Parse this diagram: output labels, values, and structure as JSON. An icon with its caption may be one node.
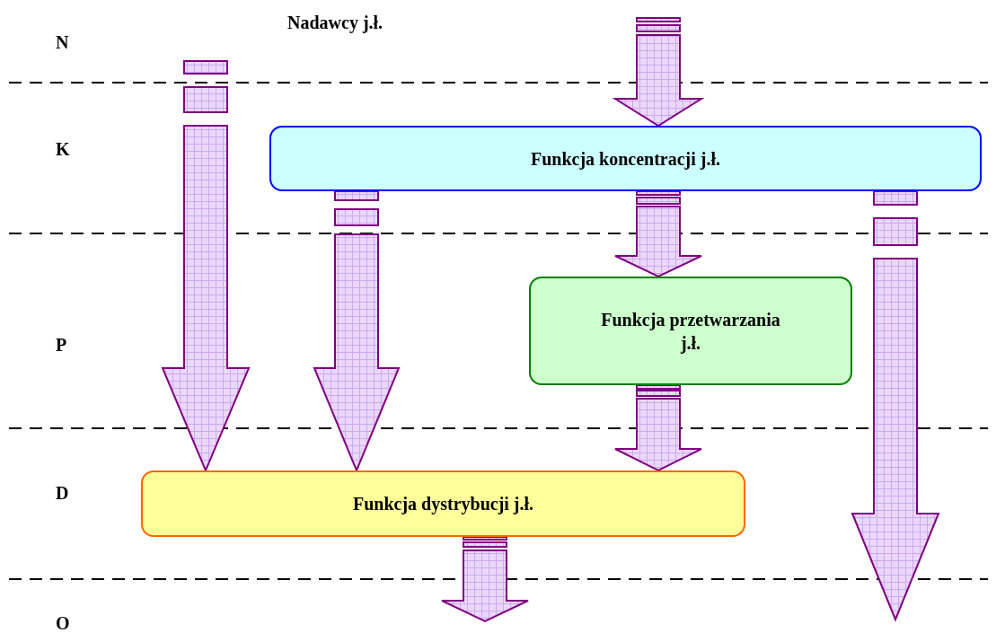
{
  "diagram": {
    "nodes": [
      {
        "text": [
          "Funkcja koncentracji j.ł."
        ]
      },
      {
        "text": [
          "Funkcja przetwarzania j.ł."
        ]
      },
      {
        "text": [
          "Funkcja dystrybucji j.ł."
        ]
      }
    ],
    "edges": [
      {
        "from": null,
        "to": 2,
        "arrow": "to"
      },
      {
        "from": null,
        "to": 0,
        "arrow": "to"
      },
      {
        "from": 0,
        "to": 2,
        "arrow": "to"
      },
      {
        "from": 0,
        "to": 1,
        "arrow": "to"
      },
      {
        "from": 0,
        "to": null,
        "arrow": "to"
      },
      {
        "from": 1,
        "to": 2,
        "arrow": "to"
      },
      {
        "from": 2,
        "to": null,
        "arrow": "to"
      }
    ],
    "labels": [
      "N",
      "Nadawcy j.ł.",
      "K",
      "P",
      "D",
      "O"
    ]
  }
}
